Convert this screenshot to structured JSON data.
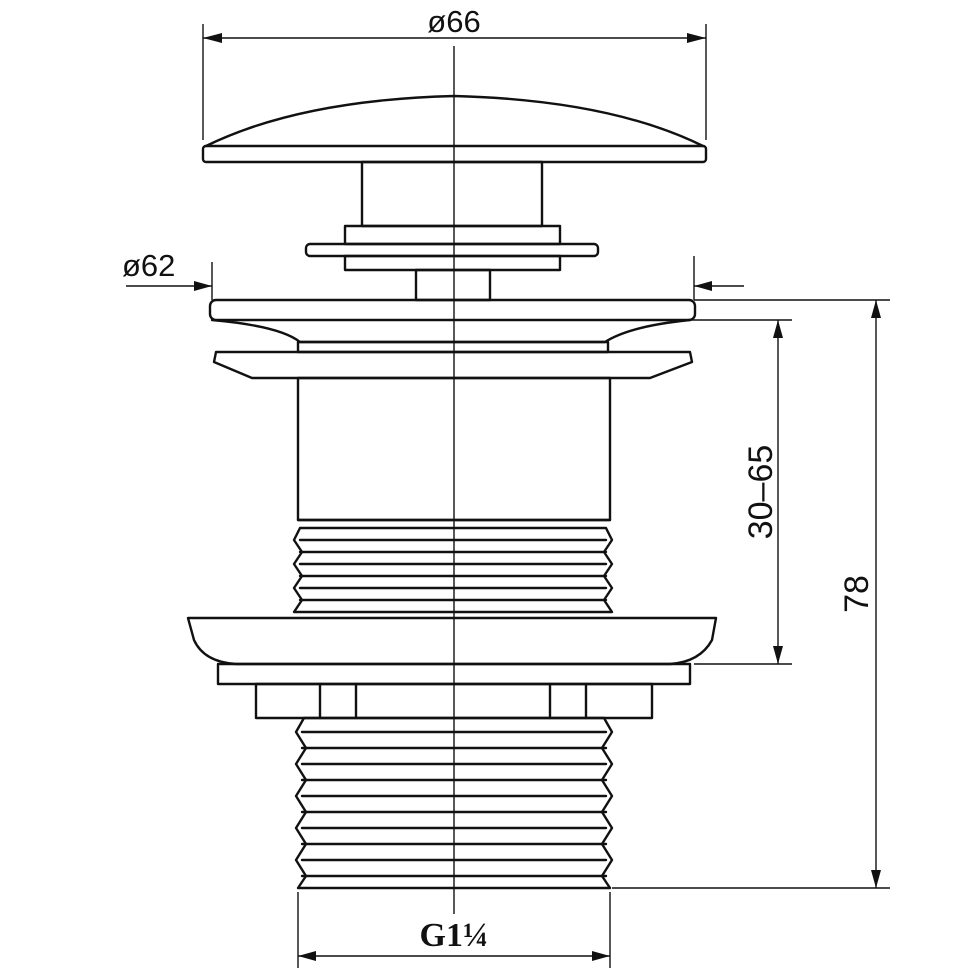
{
  "dimensions": {
    "cap_diameter": "ø66",
    "flange_diameter": "ø62",
    "clamping_range": "30–65",
    "total_height": "78",
    "thread": "G1¼"
  },
  "colors": {
    "line": "#111111",
    "background": "#ffffff"
  }
}
